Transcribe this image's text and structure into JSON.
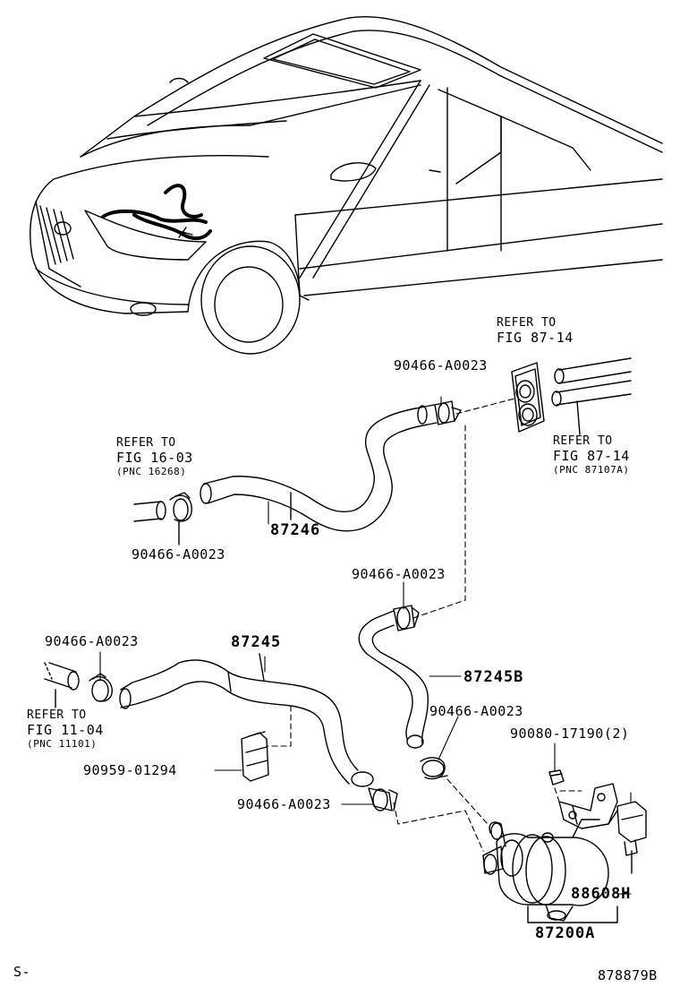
{
  "labels": {
    "ref_87_14_top_1": "REFER TO",
    "ref_87_14_top_2": "FIG 87-14",
    "ref_87_14_right_1": "REFER TO",
    "ref_87_14_right_2": "FIG 87-14",
    "ref_87_14_right_3": "(PNC 87107A)",
    "ref_16_03_1": "REFER TO",
    "ref_16_03_2": "FIG 16-03",
    "ref_16_03_3": "(PNC 16268)",
    "ref_11_04_1": "REFER TO",
    "ref_11_04_2": "FIG 11-04",
    "ref_11_04_3": "(PNC 11101)",
    "clamp_top": "90466-A0023",
    "clamp_left_hose": "90466-A0023",
    "clamp_mid": "90466-A0023",
    "clamp_left": "90466-A0023",
    "clamp_right": "90466-A0023",
    "clamp_bottom": "90466-A0023",
    "hose_87246": "87246",
    "hose_87245": "87245",
    "hose_87245b": "87245B",
    "bolt": "90080-17190(2)",
    "clip": "90959-01294",
    "connector": "88608H",
    "pump": "87200A",
    "footer_left": "S-",
    "footer_right": "878879B"
  }
}
